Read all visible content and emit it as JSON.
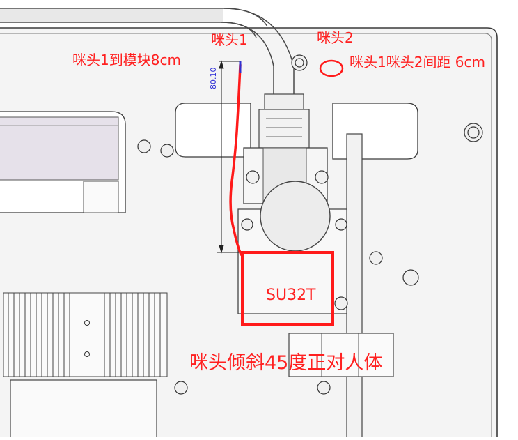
{
  "annotations": {
    "mic1": "咪头1",
    "mic2": "咪头2",
    "mic1_to_module": "咪头1到模块8cm",
    "mic_spacing": "咪头1咪头2间距 6cm",
    "module_name": "SU32T",
    "tilt_note": "咪头倾斜45度正对人体"
  },
  "dimension": {
    "value": "80.10"
  },
  "colors": {
    "annotation": "#ff2020",
    "dimension": "#2b2bd6",
    "outline": "#3a3a3a",
    "panel": "#f4f4f4"
  }
}
